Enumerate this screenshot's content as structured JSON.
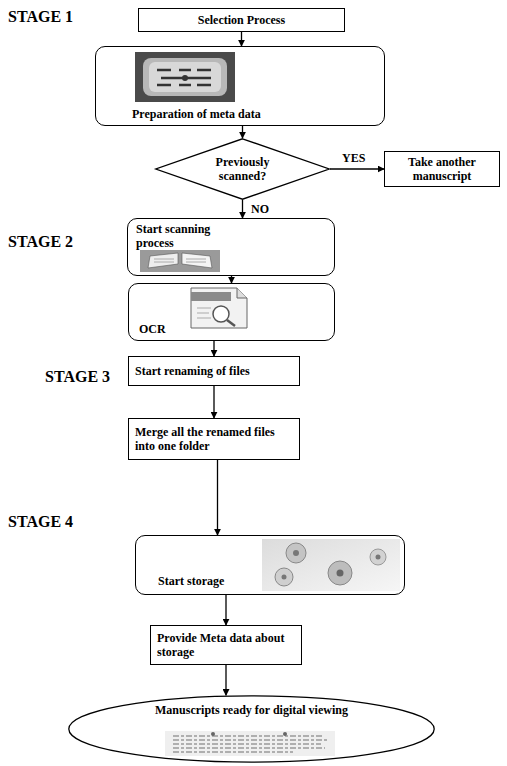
{
  "diagram": {
    "nodes": [
      {
        "text": [
          "Selection Process"
        ]
      },
      {
        "text": [
          "Preparation of meta data"
        ]
      },
      {
        "text": [
          "Previously scanned?"
        ]
      },
      {
        "text": [
          "Take another manuscript"
        ]
      },
      {
        "text": [
          "Start scanning process"
        ]
      },
      {
        "text": [
          "OCR"
        ]
      },
      {
        "text": [
          "Start renaming of files"
        ]
      },
      {
        "text": [
          "Merge all the renamed files into one folder"
        ]
      },
      {
        "text": [
          "Start storage"
        ]
      },
      {
        "text": [
          "Provide Meta data about storage"
        ]
      },
      {
        "text": [
          "Manuscripts ready for digital viewing"
        ]
      }
    ],
    "edges": [
      {
        "from": 0,
        "to": 1,
        "arrow": "to"
      },
      {
        "from": 1,
        "to": 2,
        "arrow": "to"
      },
      {
        "from": 2,
        "to": 3,
        "arrow": "to",
        "label": "YES"
      },
      {
        "from": 2,
        "to": 4,
        "arrow": "to",
        "label": "NO"
      },
      {
        "from": 4,
        "to": 5,
        "arrow": "to"
      },
      {
        "from": 5,
        "to": 6,
        "arrow": "to"
      },
      {
        "from": 6,
        "to": 7,
        "arrow": "to"
      },
      {
        "from": 7,
        "to": 8,
        "arrow": "to"
      },
      {
        "from": 8,
        "to": 9,
        "arrow": "to"
      },
      {
        "from": 9,
        "to": 10,
        "arrow": "to"
      }
    ],
    "labels": [
      "STAGE 1",
      "STAGE 2",
      "STAGE 3",
      "STAGE 4"
    ]
  }
}
